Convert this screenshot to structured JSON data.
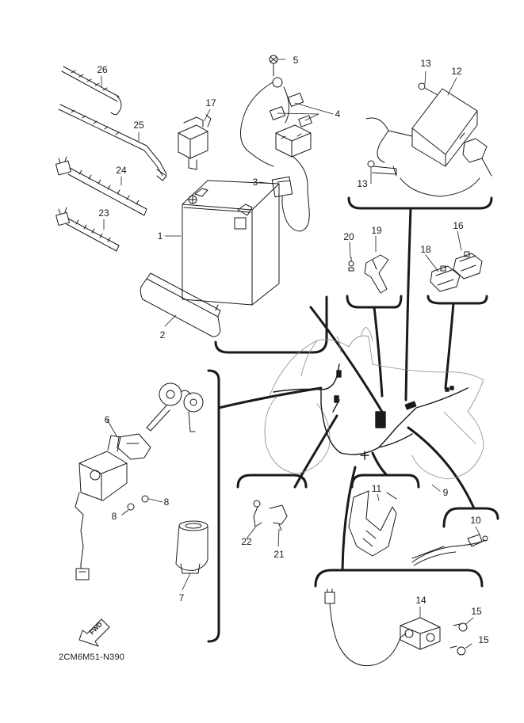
{
  "diagram_code": "2CM6M51-N390",
  "fwd_label": "FWD",
  "callouts": {
    "n1": "1",
    "n2": "2",
    "n3": "3",
    "n4": "4",
    "n5": "5",
    "n6": "6",
    "n7": "7",
    "n8a": "8",
    "n8b": "8",
    "n9": "9",
    "n10": "10",
    "n11": "11",
    "n12": "12",
    "n13a": "13",
    "n13b": "13",
    "n14": "14",
    "n15a": "15",
    "n15b": "15",
    "n16": "16",
    "n17": "17",
    "n18": "18",
    "n19": "19",
    "n20": "20",
    "n21": "21",
    "n22": "22",
    "n23": "23",
    "n24": "24",
    "n25": "25",
    "n26": "26"
  }
}
